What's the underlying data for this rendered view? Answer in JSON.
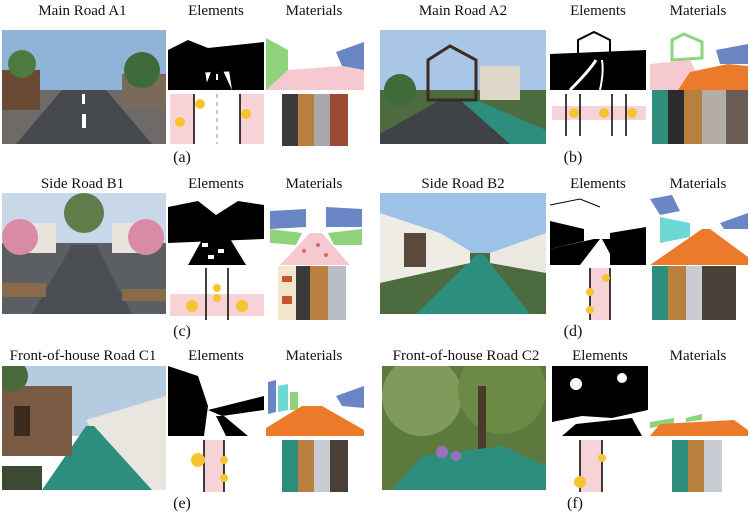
{
  "panels": [
    {
      "id": "a",
      "title": "Main Road A1",
      "elements": "Elements",
      "materials": "Materials",
      "label": "(a)"
    },
    {
      "id": "b",
      "title": "Main Road A2",
      "elements": "Elements",
      "materials": "Materials",
      "label": "(b)"
    },
    {
      "id": "c",
      "title": "Side Road B1",
      "elements": "Elements",
      "materials": "Materials",
      "label": "(c)"
    },
    {
      "id": "d",
      "title": "Side Road  B2",
      "elements": "Elements",
      "materials": "Materials",
      "label": "(d)"
    },
    {
      "id": "e",
      "title": "Front-of-house Road C1",
      "elements": "Elements",
      "materials": "Materials",
      "label": "(e)"
    },
    {
      "id": "f",
      "title": "Front-of-house Road C2",
      "elements": "Elements",
      "materials": "Materials",
      "label": "(f)"
    }
  ],
  "colors": {
    "marker_yellow": "#f5c431",
    "band_pink": "#f7d3d8",
    "region_blue": "#6a86c4",
    "region_green": "#8fd37d",
    "region_orange": "#ec7a2b",
    "region_pink": "#f5c9cf",
    "region_cyan": "#6ed8d4",
    "surface_green": "#2e8e7e",
    "surface_asphalt": "#3f4247"
  }
}
